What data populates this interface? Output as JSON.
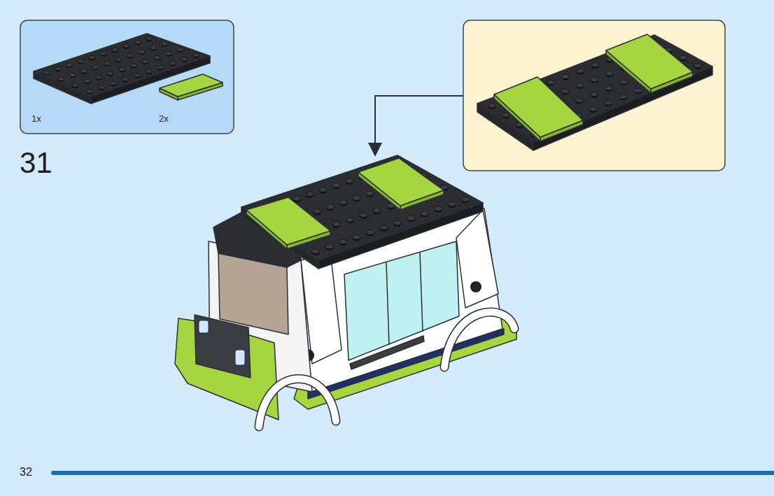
{
  "diagram": {
    "nodes": [
      {
        "text": [
          "1x",
          "2x"
        ]
      }
    ],
    "labels": [
      "31",
      "32"
    ]
  }
}
